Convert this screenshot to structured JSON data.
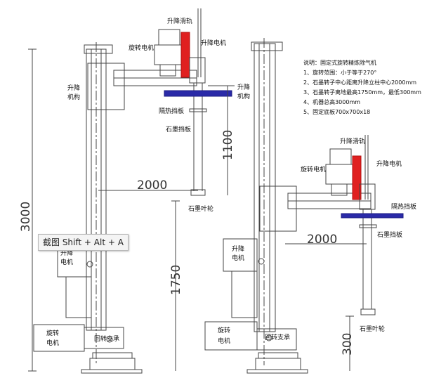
{
  "notes": {
    "title": "说明：固定式旋转精炼除气机",
    "items": [
      "1、旋转范围：小于等于270°",
      "2、石墨转子中心距离升降立柱中心2000mm",
      "3、石墨转子离地最高1750mm，最低300mm",
      "4、机器总高3000mm",
      "5、固定底板700x700x18"
    ]
  },
  "left_view": {
    "lift_rail": "升降滑轨",
    "lift_motor_top": "升降电机",
    "rotate_motor_top": "旋转电机",
    "lift_mech_1": "升降",
    "lift_mech_2": "机构",
    "heat_shield": "隔热挡板",
    "graphite_baffle": "石墨挡板",
    "graphite_impeller": "石墨叶轮",
    "lift_motor_bottom_1": "升降",
    "lift_motor_bottom_2": "电机",
    "rotate_motor_bottom_1": "旋转",
    "rotate_motor_bottom_2": "电机",
    "slewing_bearing": "回转支承",
    "dim_total_height": "3000",
    "dim_reach": "2000",
    "dim_baffle_height": "1100",
    "dim_max_height": "1750"
  },
  "right_view": {
    "lift_rail": "升降滑轨",
    "lift_motor_top": "升降电机",
    "rotate_motor_top": "旋转电机",
    "lift_mech_1": "升降",
    "lift_mech_2": "机构",
    "heat_shield": "隔热挡板",
    "graphite_baffle": "石墨挡板",
    "graphite_impeller": "石墨叶轮",
    "lift_motor_bottom_1": "升降",
    "lift_motor_bottom_2": "电机",
    "rotate_motor_bottom_1": "旋转",
    "rotate_motor_bottom_2": "电机",
    "slewing_bearing": "回转支承",
    "dim_reach": "2000",
    "dim_min_height": "300"
  },
  "tooltip": {
    "text": "截图 Shift + Alt + A"
  },
  "colors": {
    "motor_red": "#e02020",
    "shield_blue": "#2a2aa8",
    "line": "#444444"
  }
}
